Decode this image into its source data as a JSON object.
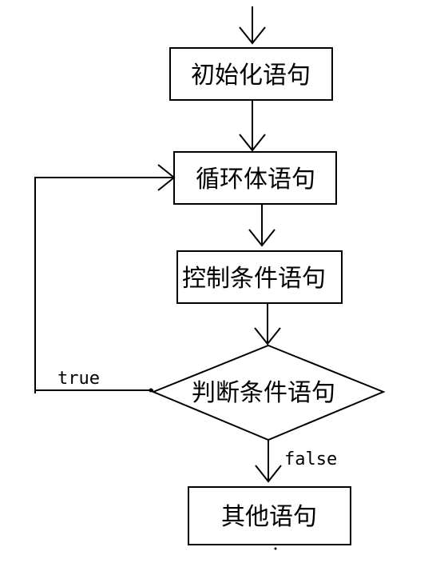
{
  "nodes": {
    "init": "初始化语句",
    "body": "循环体语句",
    "control": "控制条件语句",
    "condition": "判断条件语句",
    "other": "其他语句"
  },
  "edge_labels": {
    "true_label": "true",
    "false_label": "false"
  }
}
